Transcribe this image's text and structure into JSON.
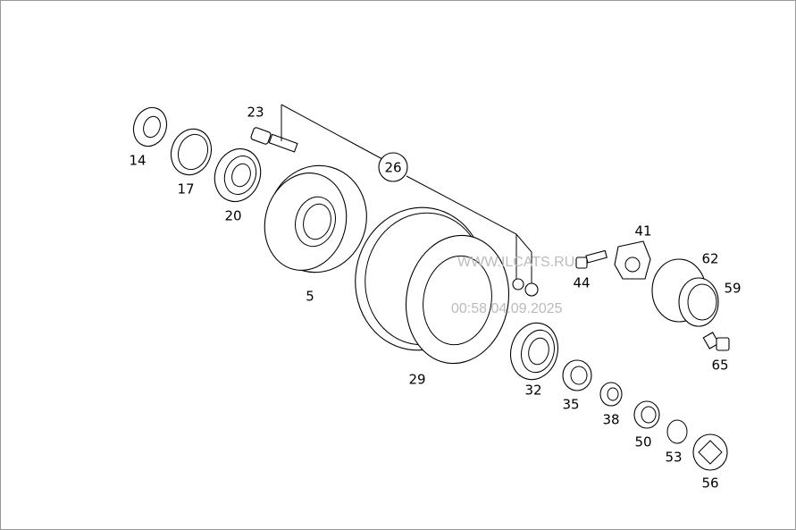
{
  "diagram": {
    "callouts": [
      "14",
      "17",
      "20",
      "23",
      "26",
      "5",
      "29",
      "32",
      "35",
      "38",
      "41",
      "44",
      "62",
      "59",
      "65",
      "50",
      "53",
      "56"
    ],
    "group_callout": "26"
  },
  "watermark": {
    "site": "WWW.ILCATS.RU",
    "timestamp": "00:58 04.09.2025"
  }
}
